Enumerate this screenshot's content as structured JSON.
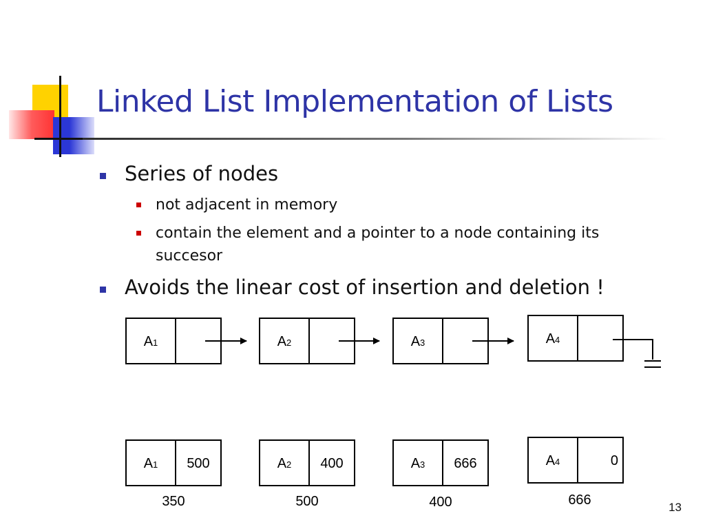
{
  "slide": {
    "title": "Linked List Implementation of Lists",
    "bullets": [
      {
        "text": "Series of nodes",
        "sub": [
          "not adjacent in memory",
          "contain the element and a pointer to a node containing its succesor"
        ]
      },
      {
        "text": "Avoids the linear cost of insertion and deletion !"
      }
    ],
    "page_number": "13"
  },
  "diagram_top": {
    "nodes": [
      {
        "label": "A",
        "index": "1"
      },
      {
        "label": "A",
        "index": "2"
      },
      {
        "label": "A",
        "index": "3"
      },
      {
        "label": "A",
        "index": "4"
      }
    ]
  },
  "diagram_memory": {
    "nodes": [
      {
        "label": "A",
        "index": "1",
        "next": "500",
        "address": "350"
      },
      {
        "label": "A",
        "index": "2",
        "next": "400",
        "address": "500"
      },
      {
        "label": "A",
        "index": "3",
        "next": "666",
        "address": "400"
      },
      {
        "label": "A",
        "index": "4",
        "next": "0",
        "address": "666"
      }
    ]
  },
  "colors": {
    "title": "#2e34a6",
    "bullet_main": "#2e34a6",
    "bullet_sub": "#cc0000"
  }
}
